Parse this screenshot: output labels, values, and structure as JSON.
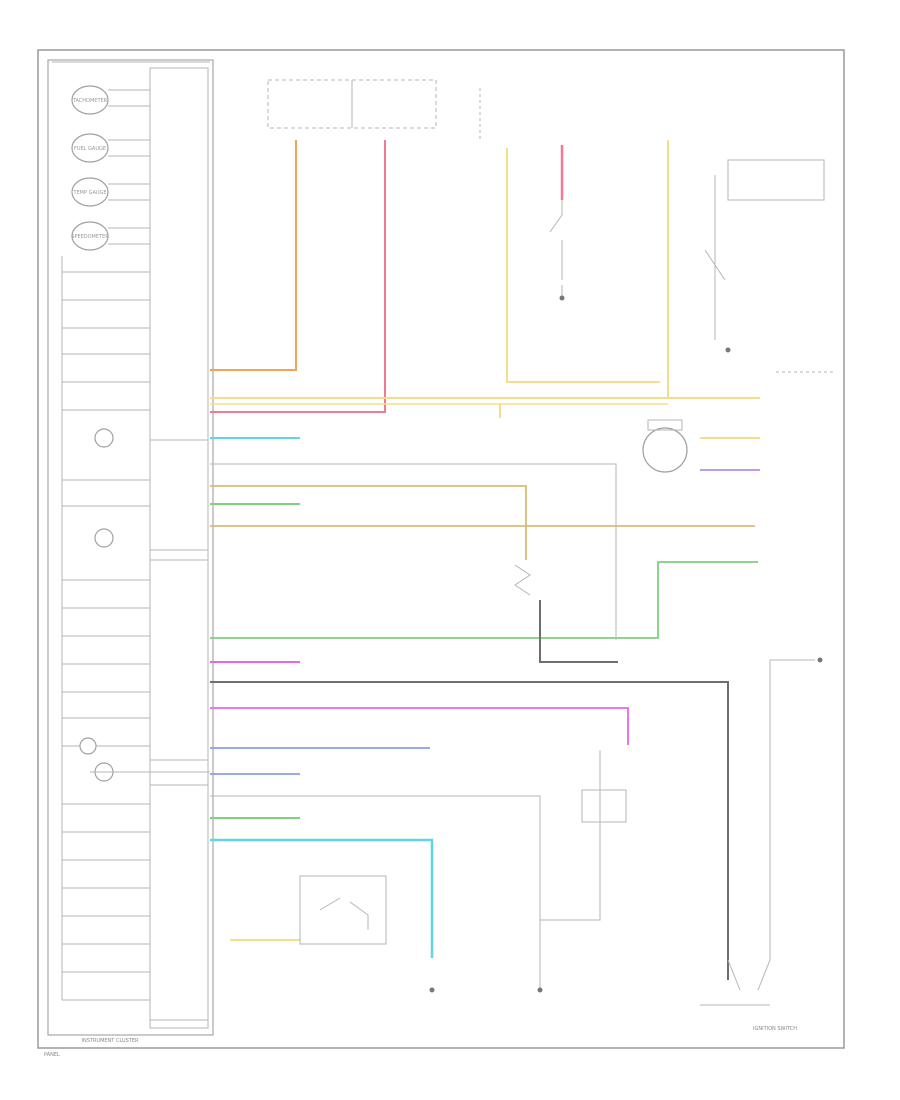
{
  "diagram": {
    "cluster_caption": "INSTRUMENT CLUSTER",
    "ignition_caption": "IGNITION SWITCH",
    "footer_code": "PANEL",
    "gauges": [
      "TACHOMETER",
      "FUEL GAUGE",
      "TEMP GAUGE",
      "SPEEDOMETER"
    ]
  },
  "colors": {
    "orange": "#f2a35a",
    "pink": "#f07a93",
    "yellow": "#f2df8a",
    "tan": "#d9bb7a",
    "cyan": "#5fd6e6",
    "green": "#7fd07f",
    "magenta": "#ea66e6",
    "blue": "#8a9cf0",
    "violet": "#c09af0",
    "gray": "#6e6e6e"
  }
}
